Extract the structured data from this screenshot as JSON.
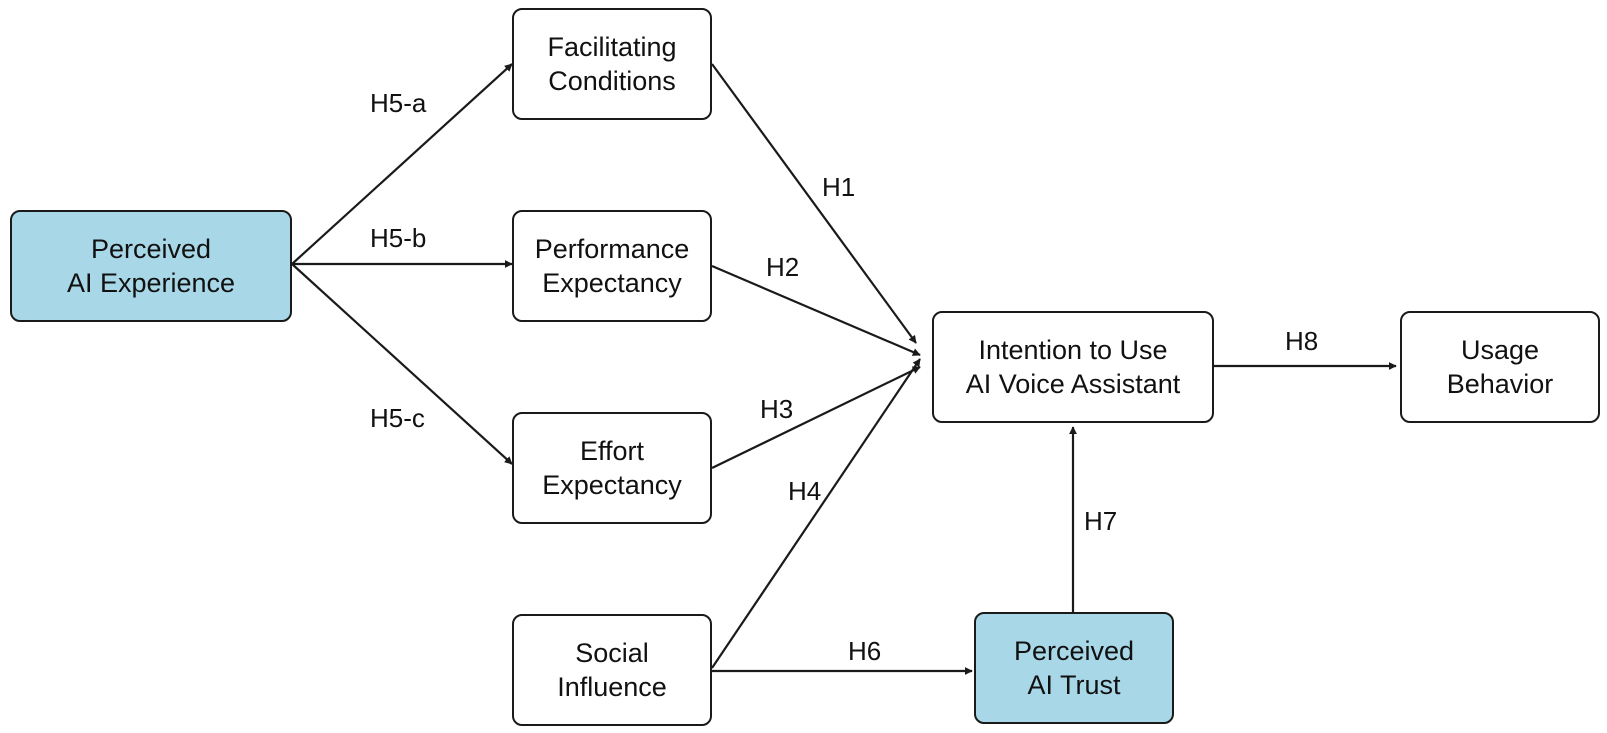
{
  "colors": {
    "accent_fill": "#a8d8e8",
    "node_fill": "#ffffff",
    "stroke": "#1a1a1a",
    "text": "#111111"
  },
  "nodes": {
    "perceived_ai_experience": {
      "line1": "Perceived",
      "line2": "AI Experience",
      "highlighted": true
    },
    "facilitating_conditions": {
      "line1": "Facilitating",
      "line2": "Conditions",
      "highlighted": false
    },
    "performance_expectancy": {
      "line1": "Performance",
      "line2": "Expectancy",
      "highlighted": false
    },
    "effort_expectancy": {
      "line1": "Effort",
      "line2": "Expectancy",
      "highlighted": false
    },
    "social_influence": {
      "line1": "Social",
      "line2": "Influence",
      "highlighted": false
    },
    "intention_to_use": {
      "line1": "Intention to Use",
      "line2": "AI Voice Assistant",
      "highlighted": false
    },
    "perceived_ai_trust": {
      "line1": "Perceived",
      "line2": "AI Trust",
      "highlighted": true
    },
    "usage_behavior": {
      "line1": "Usage",
      "line2": "Behavior",
      "highlighted": false
    }
  },
  "edges": [
    {
      "id": "h5a",
      "label": "H5-a",
      "from": "perceived_ai_experience",
      "to": "facilitating_conditions"
    },
    {
      "id": "h5b",
      "label": "H5-b",
      "from": "perceived_ai_experience",
      "to": "performance_expectancy"
    },
    {
      "id": "h5c",
      "label": "H5-c",
      "from": "perceived_ai_experience",
      "to": "effort_expectancy"
    },
    {
      "id": "h1",
      "label": "H1",
      "from": "facilitating_conditions",
      "to": "intention_to_use"
    },
    {
      "id": "h2",
      "label": "H2",
      "from": "performance_expectancy",
      "to": "intention_to_use"
    },
    {
      "id": "h3",
      "label": "H3",
      "from": "effort_expectancy",
      "to": "intention_to_use"
    },
    {
      "id": "h4",
      "label": "H4",
      "from": "social_influence",
      "to": "intention_to_use"
    },
    {
      "id": "h6",
      "label": "H6",
      "from": "social_influence",
      "to": "perceived_ai_trust"
    },
    {
      "id": "h7",
      "label": "H7",
      "from": "perceived_ai_trust",
      "to": "intention_to_use"
    },
    {
      "id": "h8",
      "label": "H8",
      "from": "intention_to_use",
      "to": "usage_behavior"
    }
  ]
}
